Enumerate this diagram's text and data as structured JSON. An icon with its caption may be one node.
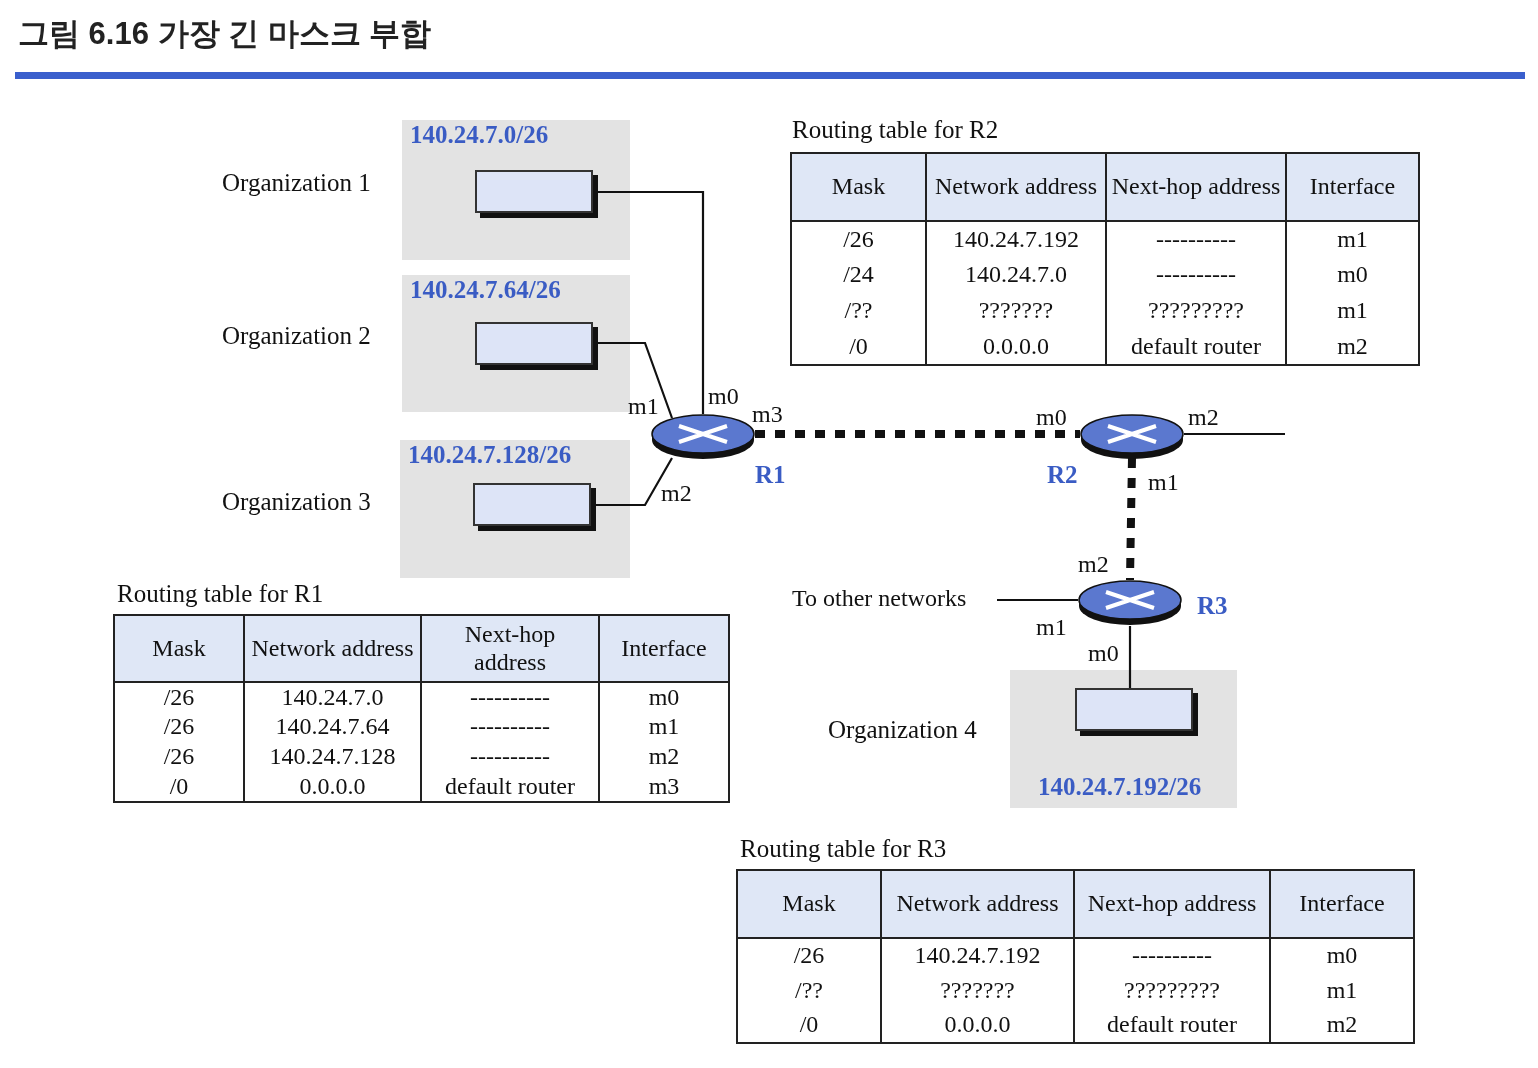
{
  "diagram": {
    "title": "그림 6.16 가장 긴 마스크 부합",
    "nodes": [
      {
        "text": [
          "140.24.7.0/26"
        ],
        "beside": [
          "Organization 1"
        ]
      },
      {
        "text": [],
        "shape": "box",
        "in": 0
      },
      {
        "text": [
          "140.24.7.64/26"
        ],
        "beside": [
          "Organization 2"
        ]
      },
      {
        "text": [],
        "shape": "box",
        "in": 2
      },
      {
        "text": [
          "140.24.7.128/26"
        ],
        "beside": [
          "Organization 3"
        ]
      },
      {
        "text": [],
        "shape": "box",
        "in": 4
      },
      {
        "text": [],
        "shape": "router",
        "beside": [
          "R1"
        ]
      },
      {
        "text": [],
        "shape": "router",
        "beside": [
          "R2"
        ]
      },
      {
        "text": [],
        "shape": "router",
        "beside": [
          "R3"
        ]
      },
      {
        "text": [
          "To other networks"
        ]
      },
      {
        "text": [
          "140.24.7.192/26"
        ],
        "beside": [
          "Organization 4"
        ]
      },
      {
        "text": [],
        "shape": "box",
        "in": 10
      }
    ],
    "edges": [
      {
        "from": 1,
        "to": 6,
        "arrow": "none"
      },
      {
        "from": 3,
        "to": 6,
        "arrow": "none"
      },
      {
        "from": 5,
        "to": 6,
        "arrow": "none"
      },
      {
        "from": 6,
        "to": 7,
        "arrow": "none",
        "style": "dashed"
      },
      {
        "from": 7,
        "to": 8,
        "arrow": "none",
        "style": "dashed"
      },
      {
        "from": 7,
        "to": null,
        "arrow": "none"
      },
      {
        "from": 9,
        "to": 8,
        "arrow": "none"
      },
      {
        "from": 8,
        "to": 11,
        "arrow": "none"
      }
    ],
    "labels": [
      "m1",
      "m0",
      "m3",
      "m2",
      "m0",
      "m2",
      "m1",
      "m2",
      "m1",
      "m0",
      "Routing table for R2",
      "Mask",
      "Network address",
      "Next-hop address",
      "Interface",
      "/26",
      "140.24.7.192",
      "----------",
      "m1",
      "/24",
      "140.24.7.0",
      "----------",
      "m0",
      "/??",
      "???????",
      "?????????",
      "m1",
      "/0",
      "0.0.0.0",
      "default router",
      "m2",
      "Routing table for R1",
      "Mask",
      "Network address",
      "Next-hop address",
      "Interface",
      "/26",
      "140.24.7.0",
      "----------",
      "m0",
      "/26",
      "140.24.7.64",
      "----------",
      "m1",
      "/26",
      "140.24.7.128",
      "----------",
      "m2",
      "/0",
      "0.0.0.0",
      "default router",
      "m3",
      "Routing table for R3",
      "Mask",
      "Network address",
      "Next-hop address",
      "Interface",
      "/26",
      "140.24.7.192",
      "----------",
      "m0",
      "/??",
      "???????",
      "?????????",
      "m1",
      "/0",
      "0.0.0.0",
      "default router",
      "m2"
    ]
  }
}
